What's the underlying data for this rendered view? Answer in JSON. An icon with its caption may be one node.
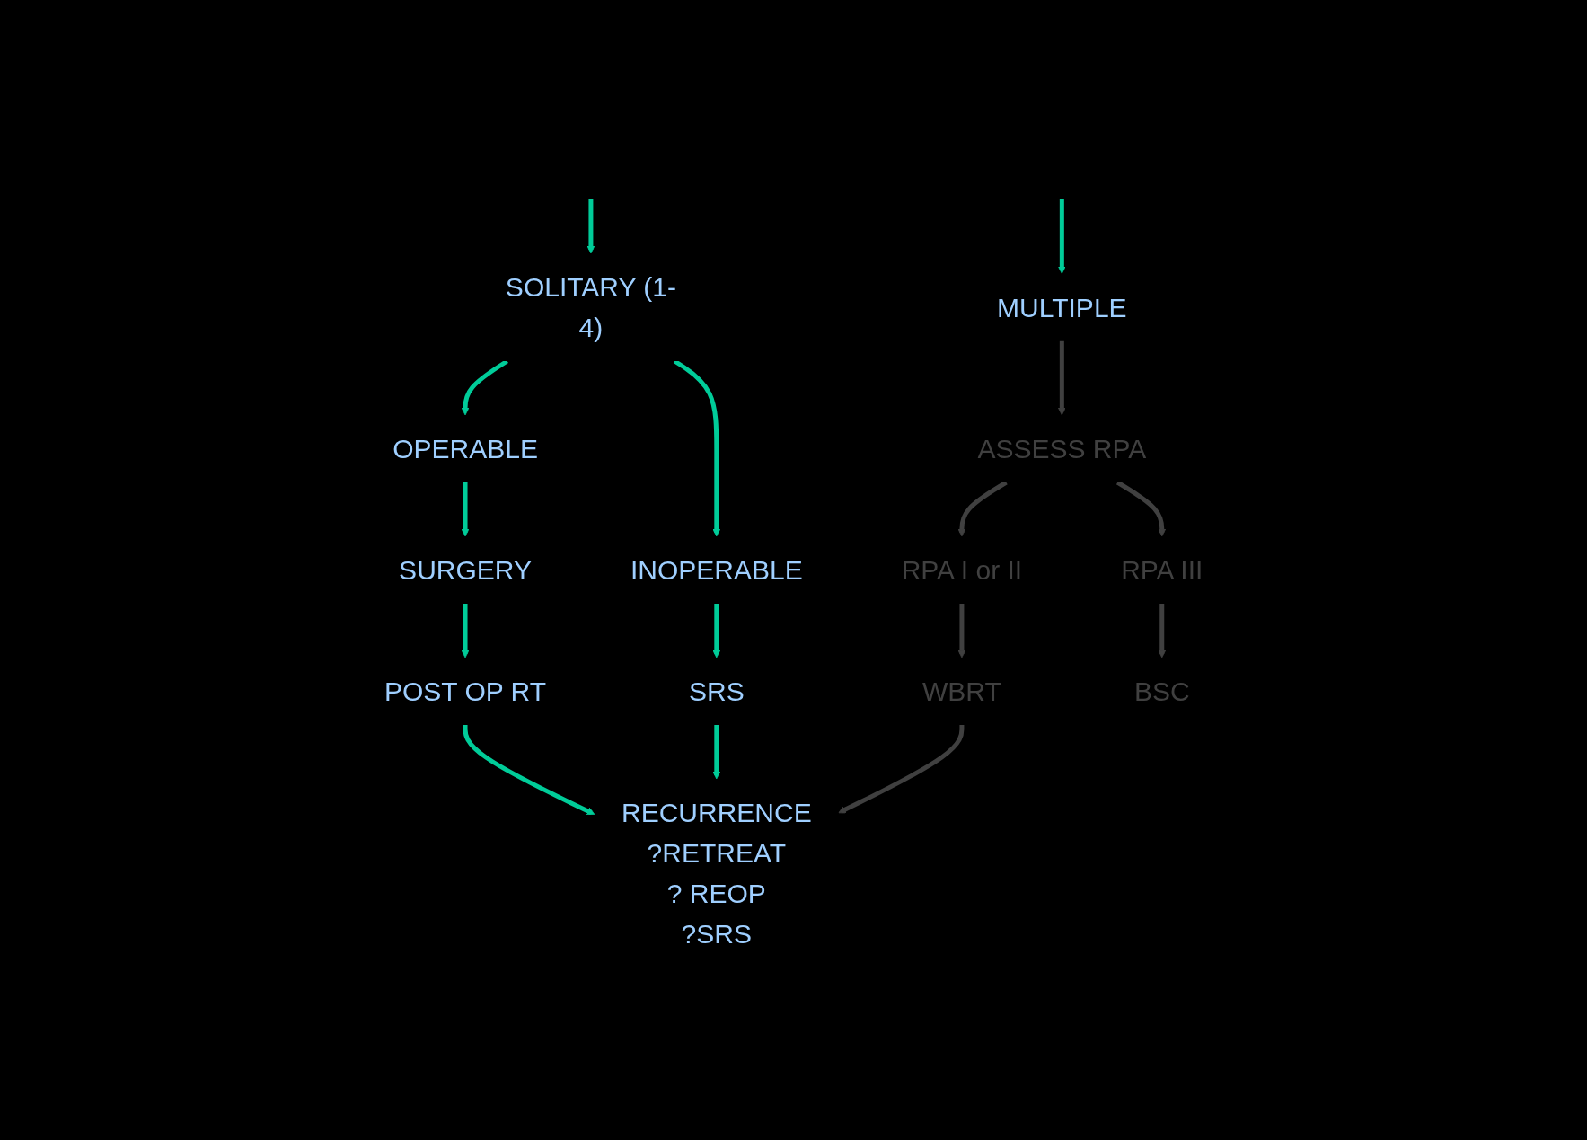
{
  "diagram": {
    "nodes": [
      {
        "text": [
          "SOLITARY (1-4)"
        ]
      },
      {
        "text": [
          "MULTIPLE"
        ]
      },
      {
        "text": [
          "OPERABLE"
        ]
      },
      {
        "text": [
          "INOPERABLE"
        ]
      },
      {
        "text": [
          "ASSESS RPA"
        ]
      },
      {
        "text": [
          "SURGERY"
        ]
      },
      {
        "text": [
          "SRS"
        ]
      },
      {
        "text": [
          "RPA I or II"
        ]
      },
      {
        "text": [
          "RPA III"
        ]
      },
      {
        "text": [
          "POST OP RT"
        ]
      },
      {
        "text": [
          "WBRT"
        ]
      },
      {
        "text": [
          "BSC"
        ]
      },
      {
        "text": [
          "RECURRENCE",
          "?RETREAT",
          "? REOP",
          "?SRS"
        ]
      }
    ],
    "edges": [
      {
        "from": null,
        "to": 0,
        "arrow": "to"
      },
      {
        "from": null,
        "to": 1,
        "arrow": "to"
      },
      {
        "from": 0,
        "to": 2,
        "arrow": "to"
      },
      {
        "from": 0,
        "to": 3,
        "arrow": "to"
      },
      {
        "from": 1,
        "to": 4,
        "arrow": "to",
        "color": "#404040"
      },
      {
        "from": 2,
        "to": 5,
        "arrow": "to"
      },
      {
        "from": 3,
        "to": 6,
        "arrow": "to"
      },
      {
        "from": 4,
        "to": 7,
        "arrow": "to",
        "color": "#404040"
      },
      {
        "from": 4,
        "to": 8,
        "arrow": "to",
        "color": "#404040"
      },
      {
        "from": 5,
        "to": 9,
        "arrow": "to"
      },
      {
        "from": 7,
        "to": 10,
        "arrow": "to",
        "color": "#404040"
      },
      {
        "from": 8,
        "to": 11,
        "arrow": "to",
        "color": "#404040"
      },
      {
        "from": 9,
        "to": 12,
        "arrow": "to"
      },
      {
        "from": 6,
        "to": 12,
        "arrow": "to"
      },
      {
        "from": 10,
        "to": 12,
        "arrow": "to",
        "color": "#404040"
      }
    ]
  }
}
